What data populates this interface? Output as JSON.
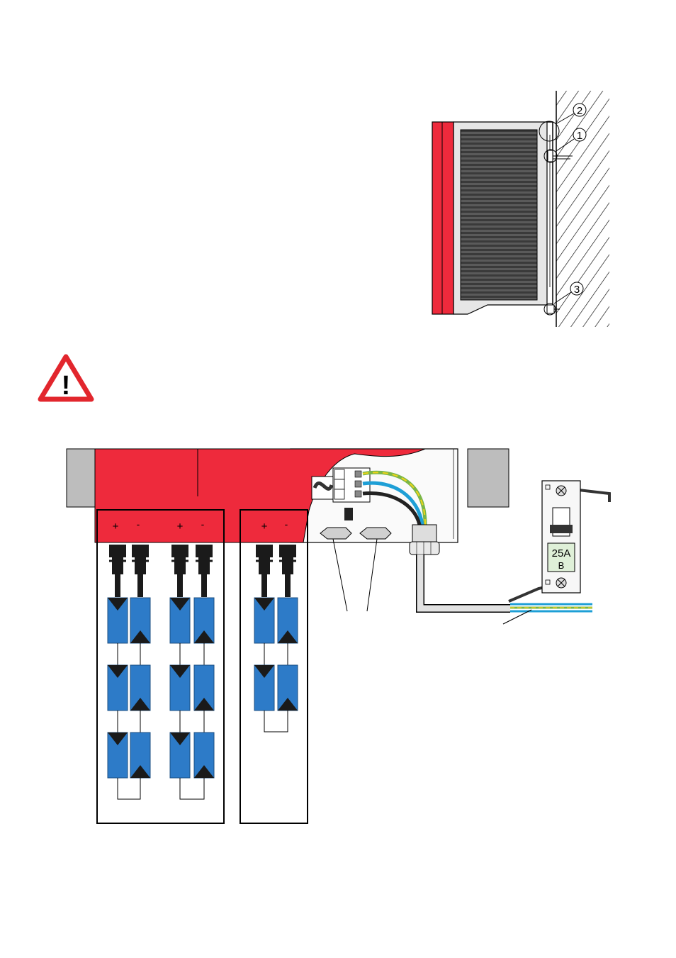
{
  "mount_diagram": {
    "callouts": [
      {
        "label": "2"
      },
      {
        "label": "1"
      },
      {
        "label": "3"
      }
    ]
  },
  "warning_icon": {
    "glyph": "!"
  },
  "wiring_diagram": {
    "string_groups": [
      {
        "inputs": [
          {
            "plus": "+",
            "minus": "-"
          },
          {
            "plus": "+",
            "minus": "-"
          }
        ]
      },
      {
        "inputs": [
          {
            "plus": "+",
            "minus": "-"
          }
        ]
      }
    ],
    "breaker": {
      "rating": "25A",
      "curve": "B"
    }
  },
  "colors": {
    "inverter_red": "#ee2a3c",
    "panel_blue": "#2d7bc8",
    "earth_green": "#7ab648",
    "earth_yellow": "#f1d417",
    "neutral_blue": "#1e9fd6",
    "breaker_label_bg": "#dff0d8",
    "housing_grey": "#bdbdbd"
  }
}
